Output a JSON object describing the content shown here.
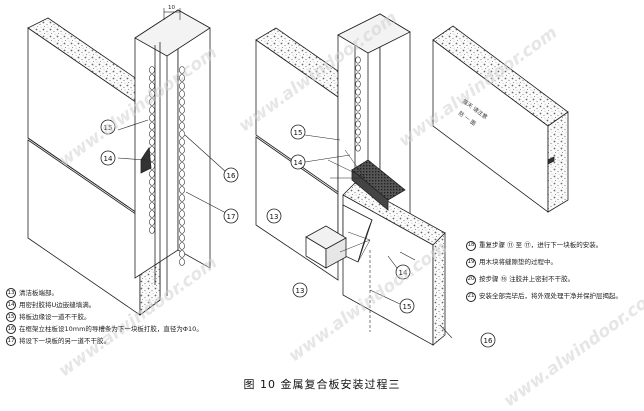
{
  "figure": {
    "caption": "图 10   金属复合板安装过程三",
    "dimension_label": "10",
    "stamp_text": [
      "露天 请注意",
      "防 一 面"
    ]
  },
  "watermarks": [
    "www.alwindoor.com",
    "www.alwindoor.com",
    "www.alwindoor.com",
    "www.alwindoor.com",
    "www.alwindoor.com",
    "www.alwindoor.com"
  ],
  "markers": {
    "left": [
      "15",
      "14",
      "16",
      "17"
    ],
    "middle": [
      "15",
      "14",
      "13",
      "14",
      "15",
      "13"
    ],
    "right": [
      "16"
    ]
  },
  "notes_left": [
    {
      "num": "13",
      "text": "清洁板端部。"
    },
    {
      "num": "14",
      "text": "用密封胶将U边嵌缝填满。"
    },
    {
      "num": "15",
      "text": "将板边缘设一道不干胶。"
    },
    {
      "num": "16",
      "text": "在框架立柱板设10mm的导槽条为下一块板打胶，直径为Φ10。"
    },
    {
      "num": "17",
      "text": "将设下一块板的另一道不干胶。"
    }
  ],
  "notes_right": [
    {
      "num": "18",
      "text": "重复步骤 ⑪ 至 ⑰，进行下一块板的安装。"
    },
    {
      "num": "19",
      "text": "用木块将缝隙垫的过程中。"
    },
    {
      "num": "20",
      "text": "按步骤 ⑯ 注胶并上密封不干胶。"
    },
    {
      "num": "21",
      "text": "安装全部完毕后，将外观处理干净并保护层揭起。"
    }
  ]
}
